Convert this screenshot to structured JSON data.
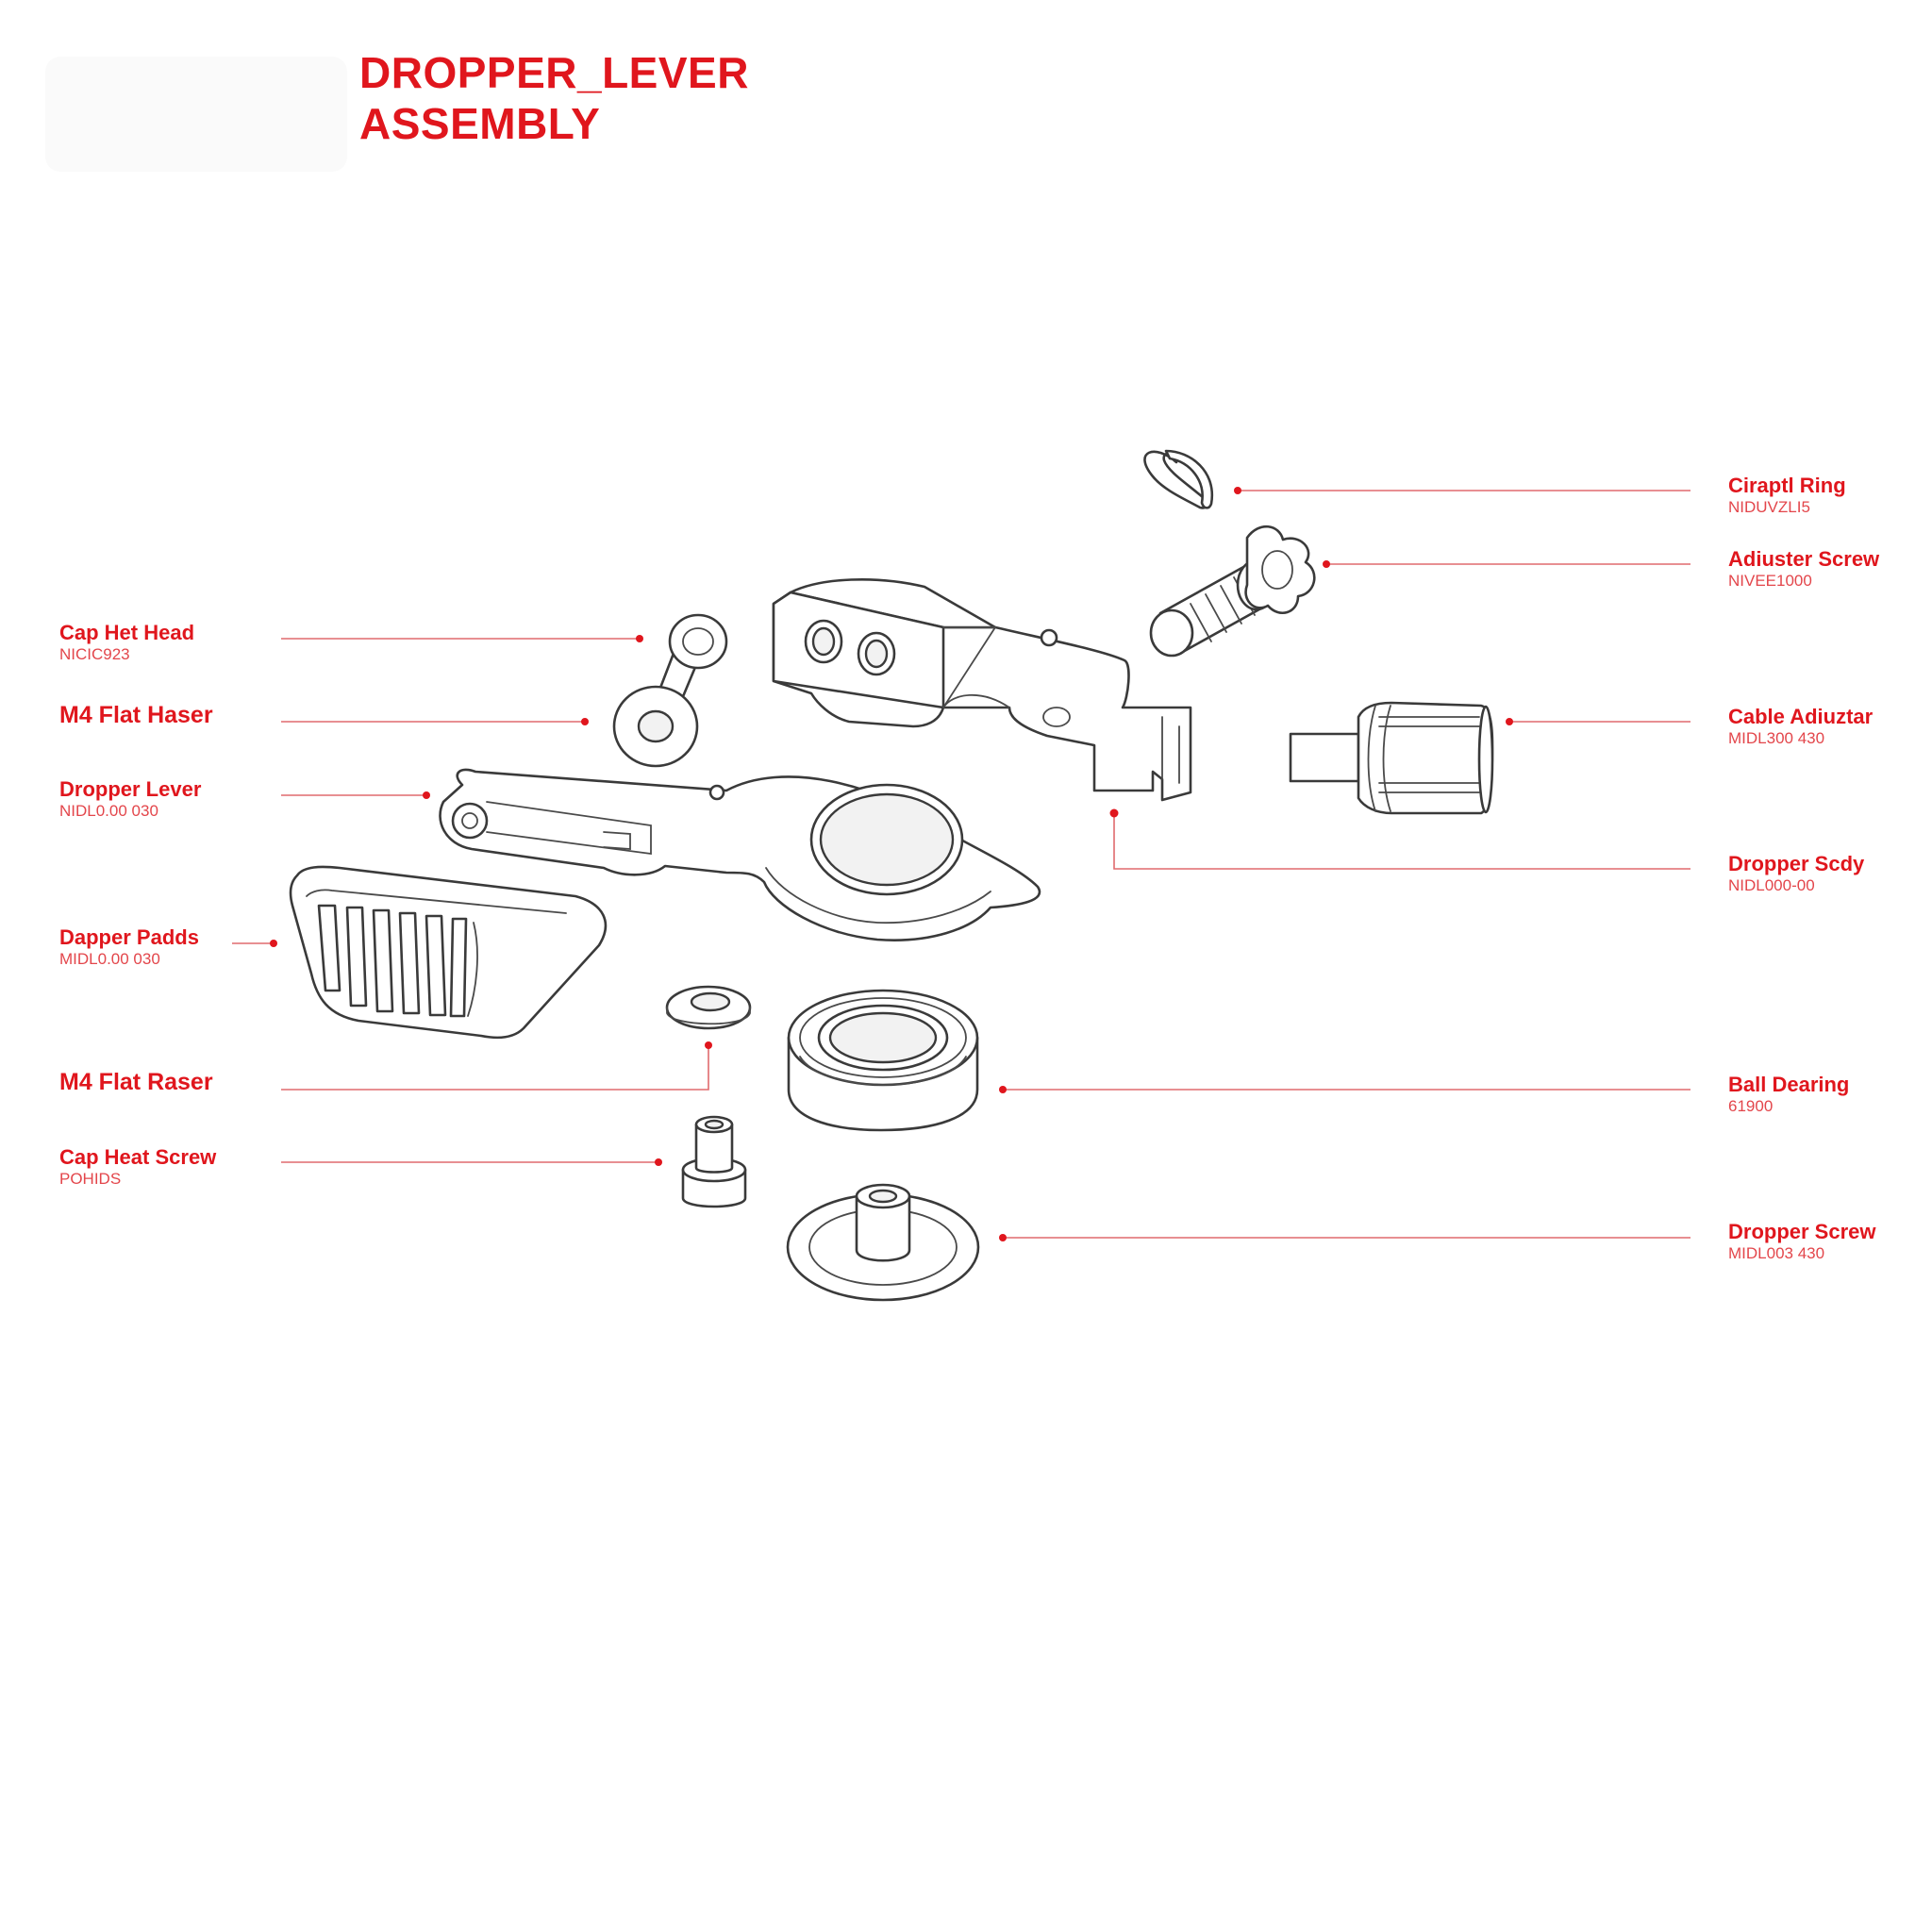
{
  "title": {
    "line1": "DROPPER_LEVER",
    "line2": "ASSEMBLY"
  },
  "callouts": {
    "circlip_ring": {
      "name": "Ciraptl Ring",
      "code": "NIDUVZLI5"
    },
    "adjuster_screw": {
      "name": "Adiuster Screw",
      "code": "NIVEE1000"
    },
    "cap_head_top": {
      "name": "Cap Het Head",
      "code": "NICIC923"
    },
    "flat_washer_top": {
      "name": "M4 Flat Haser",
      "code": ""
    },
    "cable_adjuster": {
      "name": "Cable Adiuztar",
      "code": "MIDL300 430"
    },
    "dropper_lever": {
      "name": "Dropper Lever",
      "code": "NIDL0.00 030"
    },
    "dropper_body": {
      "name": "Dropper Scdy",
      "code": "NIDL000-00"
    },
    "dropper_paddle": {
      "name": "Dapper Padds",
      "code": "MIDL0.00 030"
    },
    "flat_washer_bottom": {
      "name": "M4 Flat Raser",
      "code": ""
    },
    "ball_bearing": {
      "name": "Ball Dearing",
      "code": "61900"
    },
    "cap_head_screw": {
      "name": "Cap Heat Screw",
      "code": "POHIDS"
    },
    "dropper_screw": {
      "name": "Dropper Screw",
      "code": "MIDL003 430"
    }
  }
}
